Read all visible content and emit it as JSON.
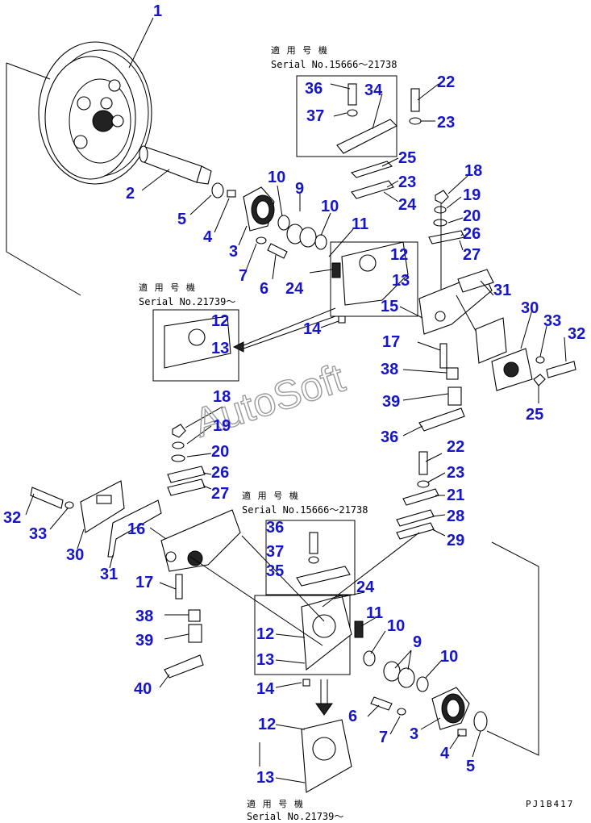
{
  "diagram": {
    "watermark": "AutoSoft",
    "drawing_code": "PJ1B417",
    "notes": [
      {
        "applicable_jp": "適 用 号 機",
        "serial": "Serial No.15666～21738"
      },
      {
        "applicable_jp": "適 用 号 機",
        "serial": "Serial No.21739～"
      },
      {
        "applicable_jp": "適 用 号 機",
        "serial": "Serial No.15666～21738"
      },
      {
        "applicable_jp": "適 用 号 機",
        "serial": "Serial No.21739～"
      }
    ],
    "labels": [
      "1",
      "2",
      "5",
      "4",
      "3",
      "7",
      "6",
      "10",
      "9",
      "10",
      "11",
      "24",
      "36",
      "37",
      "34",
      "22",
      "23",
      "25",
      "23",
      "24",
      "18",
      "19",
      "20",
      "26",
      "27",
      "12",
      "13",
      "31",
      "15",
      "14",
      "12",
      "13",
      "30",
      "33",
      "32",
      "17",
      "38",
      "39",
      "25",
      "36",
      "18",
      "19",
      "20",
      "26",
      "27",
      "32",
      "33",
      "30",
      "31",
      "16",
      "17",
      "38",
      "39",
      "40",
      "22",
      "23",
      "21",
      "28",
      "29",
      "36",
      "37",
      "35",
      "24",
      "11",
      "10",
      "9",
      "10",
      "12",
      "13",
      "14",
      "6",
      "7",
      "3",
      "4",
      "5",
      "12",
      "13"
    ]
  }
}
